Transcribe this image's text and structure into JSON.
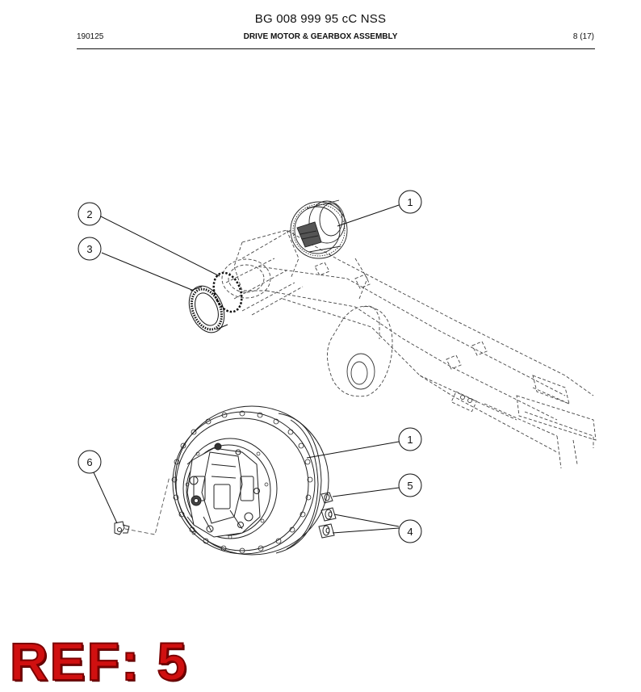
{
  "document": {
    "title": "BG 008 999 95 cC NSS",
    "code": "190125",
    "section": "DRIVE MOTOR & GEARBOX ASSEMBLY",
    "page": "8 (17)"
  },
  "callouts": [
    {
      "id": "callout-1-upper",
      "label": "1"
    },
    {
      "id": "callout-2",
      "label": "2"
    },
    {
      "id": "callout-3",
      "label": "3"
    },
    {
      "id": "callout-1-lower",
      "label": "1"
    },
    {
      "id": "callout-6",
      "label": "6"
    },
    {
      "id": "callout-5",
      "label": "5"
    },
    {
      "id": "callout-4",
      "label": "4"
    }
  ],
  "stamp": {
    "text": "REF: 5",
    "color": "#d01010"
  }
}
